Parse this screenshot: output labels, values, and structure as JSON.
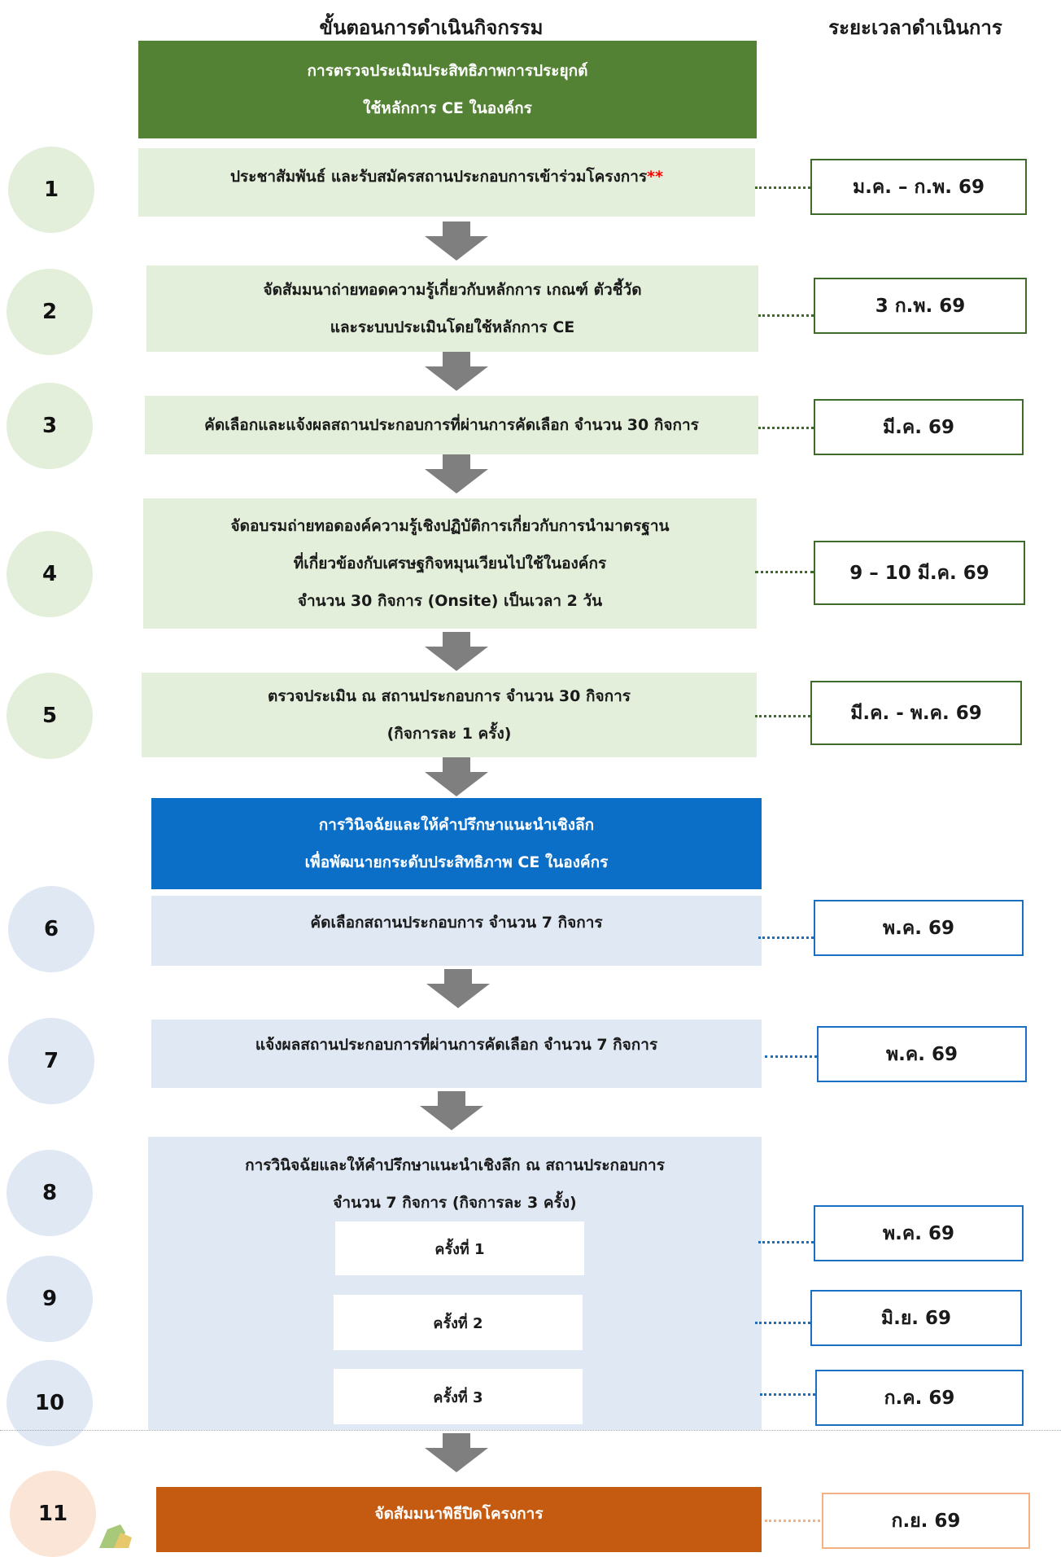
{
  "headers": {
    "left": "ขั้นตอนการดำเนินกิจกรรม",
    "right": "ระยะเวลาดำเนินการ"
  },
  "section1": {
    "line1": "การตรวจประเมินประสิทธิภาพการประยุกต์",
    "line2": "ใช้หลักการ CE ในองค์กร"
  },
  "section2": {
    "line1": "การวินิจฉัยและให้คำปรึกษาแนะนำเชิงลึก",
    "line2": "เพื่อพัฒนายกระดับประสิทธิภาพ CE ในองค์กร"
  },
  "steps": [
    {
      "num": "1",
      "lines": [
        "ประชาสัมพันธ์ และรับสมัครสถานประกอบการเข้าร่วมโครงการ"
      ],
      "mark": "**",
      "time": "ม.ค. – ก.พ. 69"
    },
    {
      "num": "2",
      "lines": [
        "จัดสัมมนาถ่ายทอดความรู้เกี่ยวกับหลักการ เกณฑ์ ตัวชี้วัด",
        "และระบบประเมินโดยใช้หลักการ CE"
      ],
      "time": "3 ก.พ. 69"
    },
    {
      "num": "3",
      "lines": [
        "คัดเลือกและแจ้งผลสถานประกอบการที่ผ่านการคัดเลือก จำนวน 30 กิจการ"
      ],
      "time": "มี.ค. 69"
    },
    {
      "num": "4",
      "lines": [
        "จัดอบรมถ่ายทอดองค์ความรู้เชิงปฏิบัติการเกี่ยวกับการนำมาตรฐาน",
        "ที่เกี่ยวข้องกับเศรษฐกิจหมุนเวียนไปใช้ในองค์กร",
        "จำนวน 30 กิจการ (Onsite) เป็นเวลา 2 วัน"
      ],
      "time": "9 – 10 มี.ค. 69"
    },
    {
      "num": "5",
      "lines": [
        "ตรวจประเมิน ณ สถานประกอบการ จำนวน 30 กิจการ",
        "(กิจการละ 1 ครั้ง)"
      ],
      "time": "มี.ค. - พ.ค. 69"
    },
    {
      "num": "6",
      "lines": [
        "คัดเลือกสถานประกอบการ จำนวน 7 กิจการ"
      ],
      "time": "พ.ค. 69"
    },
    {
      "num": "7",
      "lines": [
        "แจ้งผลสถานประกอบการที่ผ่านการคัดเลือก จำนวน 7 กิจการ"
      ],
      "time": "พ.ค. 69"
    },
    {
      "num": "8",
      "lines": [
        "การวินิจฉัยและให้คำปรึกษาแนะนำเชิงลึก ณ สถานประกอบการ",
        "จำนวน 7 กิจการ (กิจการละ 3 ครั้ง)"
      ],
      "sub": "ครั้งที่ 1",
      "time": "พ.ค. 69"
    },
    {
      "num": "9",
      "sub": "ครั้งที่ 2",
      "time": "มิ.ย. 69"
    },
    {
      "num": "10",
      "sub": "ครั้งที่ 3",
      "time": "ก.ค. 69"
    },
    {
      "num": "11",
      "lines": [
        "จัดสัมมนาพิธีปิดโครงการ"
      ],
      "time": "ก.ย. 69"
    }
  ],
  "colors": {
    "green_head": "#548235",
    "green_step": "#e3efda",
    "blue_head": "#0b6fc7",
    "blue_step": "#dfe8f3",
    "orange_head": "#c55a11",
    "arrow": "#7f7f7f"
  }
}
